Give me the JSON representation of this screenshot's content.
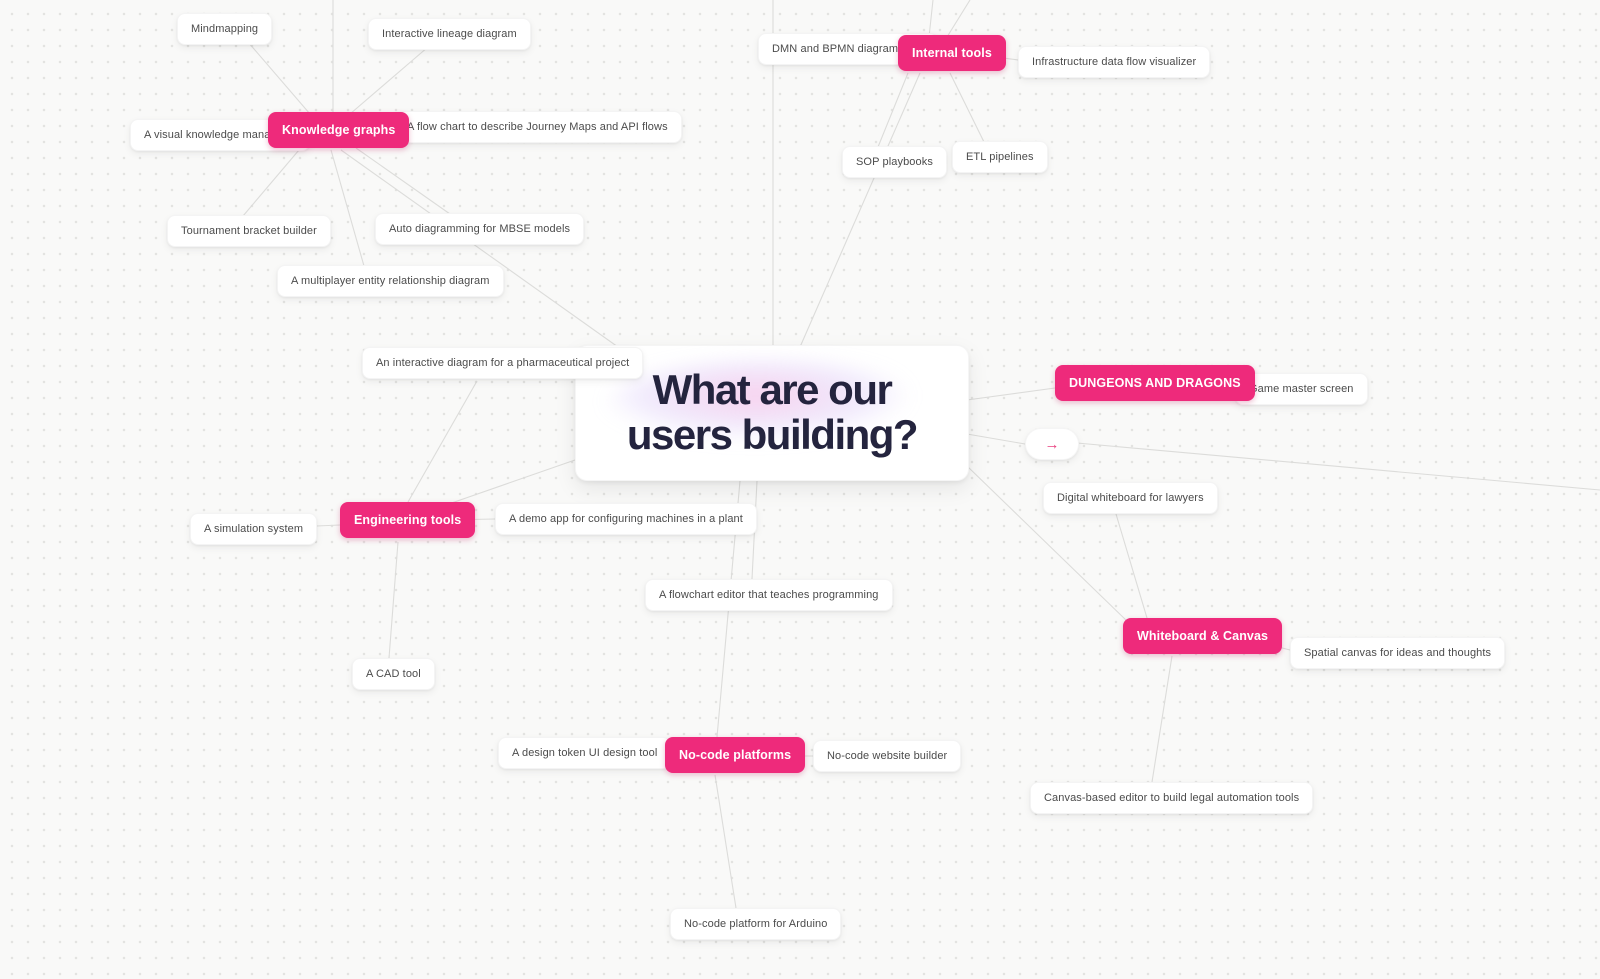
{
  "central": {
    "line1": "What are our",
    "line2": "users building?"
  },
  "branches": {
    "knowledge_graphs": {
      "label": "Knowledge graphs"
    },
    "internal_tools": {
      "label": "Internal tools"
    },
    "engineering_tools": {
      "label": "Engineering tools"
    },
    "no_code_platforms": {
      "label": "No-code platforms"
    },
    "dungeons_and_dragons": {
      "label": "DUNGEONS AND DRAGONS"
    },
    "whiteboard_canvas": {
      "label": "Whiteboard & Canvas"
    }
  },
  "leaves": {
    "mindmapping": {
      "label": "Mindmapping"
    },
    "interactive_lineage": {
      "label": "Interactive lineage diagram"
    },
    "dmn_bpmn": {
      "label": "DMN and BPMN diagram editor"
    },
    "infrastructure": {
      "label": "Infrastructure data flow visualizer"
    },
    "sop_playbooks": {
      "label": "SOP playbooks"
    },
    "etl_pipelines": {
      "label": "ETL pipelines"
    },
    "visual_knowledge": {
      "label": "A visual knowledge management"
    },
    "journey_maps": {
      "label": "A flow chart to describe Journey Maps and API flows"
    },
    "tournament": {
      "label": "Tournament bracket builder"
    },
    "mbse": {
      "label": "Auto diagramming for MBSE models"
    },
    "multiplayer_erd": {
      "label": "A multiplayer entity relationship diagram"
    },
    "pharma": {
      "label": "An interactive diagram for a pharmaceutical project"
    },
    "game_master": {
      "label": "Game master screen"
    },
    "digital_whiteboard": {
      "label": "Digital whiteboard for lawyers"
    },
    "simulation": {
      "label": "A simulation system"
    },
    "demo_app": {
      "label": "A demo app for configuring machines in a plant"
    },
    "flowchart_editor": {
      "label": "A flowchart editor that teaches programming"
    },
    "spatial_canvas": {
      "label": "Spatial canvas for ideas and thoughts"
    },
    "cad_tool": {
      "label": "A CAD tool"
    },
    "design_token": {
      "label": "A design token UI design tool"
    },
    "website_builder": {
      "label": "No-code website builder"
    },
    "canvas_legal": {
      "label": "Canvas-based editor to build legal automation tools"
    },
    "arduino": {
      "label": "No-code platform for Arduino"
    }
  },
  "icons": {
    "arrow_right": "→"
  },
  "colors": {
    "branch_pink": "#ee2a7b",
    "edge_gray": "#dcdcda",
    "title_navy": "#24243e",
    "leaf_text": "#4b4b4b",
    "background": "#f9f9f8"
  }
}
